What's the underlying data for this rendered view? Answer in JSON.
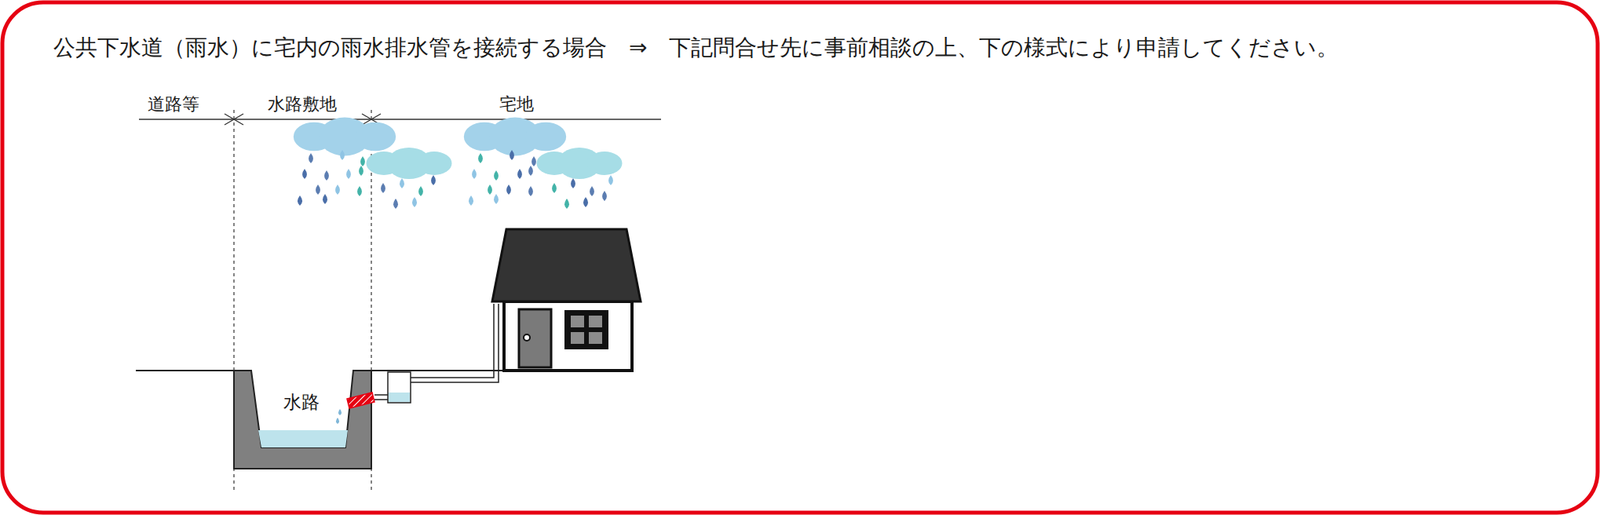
{
  "diagram": {
    "title": "公共下水道（雨水）に宅内の雨水排水管を接続する場合　⇒　下記問合せ先に事前相談の上、下の様式により申請してください。",
    "labels": [
      "道路等",
      "水路敷地",
      "宅地",
      "水路"
    ]
  }
}
